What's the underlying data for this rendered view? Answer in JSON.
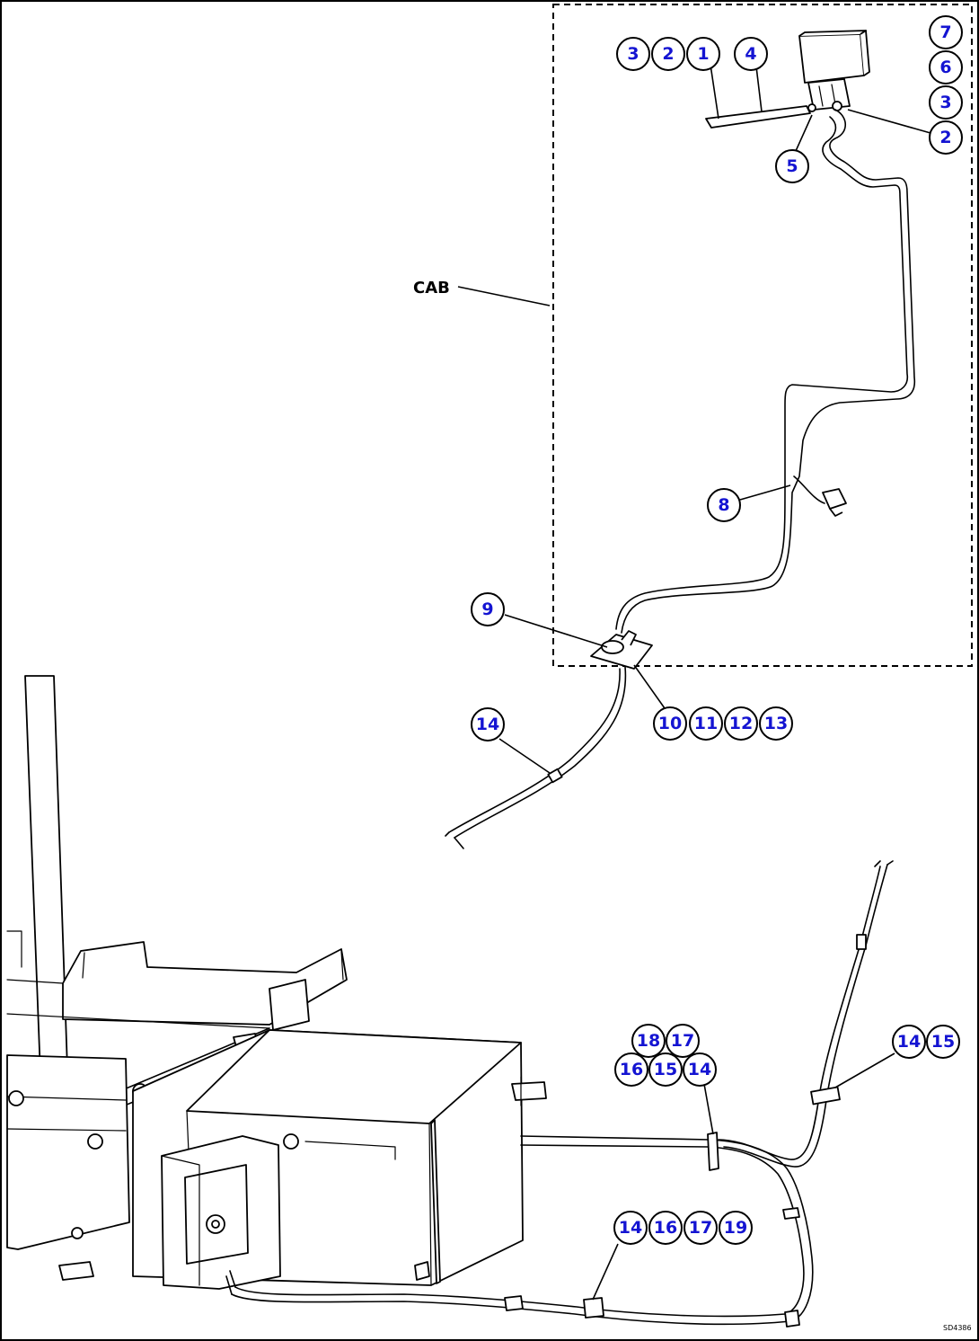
{
  "diagram": {
    "cab_label": "CAB",
    "drawing_code": "SD4386",
    "callouts": [
      {
        "id": "c-3a",
        "label": "3"
      },
      {
        "id": "c-2a",
        "label": "2"
      },
      {
        "id": "c-1",
        "label": "1"
      },
      {
        "id": "c-4",
        "label": "4"
      },
      {
        "id": "c-7",
        "label": "7"
      },
      {
        "id": "c-6",
        "label": "6"
      },
      {
        "id": "c-3b",
        "label": "3"
      },
      {
        "id": "c-2b",
        "label": "2"
      },
      {
        "id": "c-5",
        "label": "5"
      },
      {
        "id": "c-8",
        "label": "8"
      },
      {
        "id": "c-9",
        "label": "9"
      },
      {
        "id": "c-10",
        "label": "10"
      },
      {
        "id": "c-11",
        "label": "11"
      },
      {
        "id": "c-12",
        "label": "12"
      },
      {
        "id": "c-13",
        "label": "13"
      },
      {
        "id": "c-14a",
        "label": "14"
      },
      {
        "id": "c-18",
        "label": "18"
      },
      {
        "id": "c-17a",
        "label": "17"
      },
      {
        "id": "c-16a",
        "label": "16"
      },
      {
        "id": "c-15a",
        "label": "15"
      },
      {
        "id": "c-14b",
        "label": "14"
      },
      {
        "id": "c-14c",
        "label": "14"
      },
      {
        "id": "c-15b",
        "label": "15"
      },
      {
        "id": "c-14d",
        "label": "14"
      },
      {
        "id": "c-16b",
        "label": "16"
      },
      {
        "id": "c-17b",
        "label": "17"
      },
      {
        "id": "c-19",
        "label": "19"
      }
    ]
  }
}
